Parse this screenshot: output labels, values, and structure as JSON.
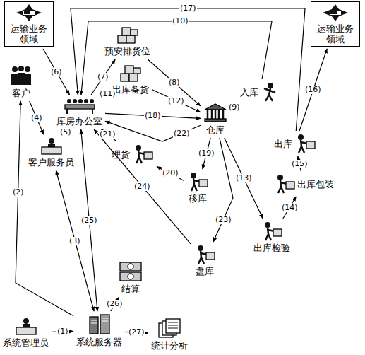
{
  "diagram": {
    "nodes": [
      {
        "text": [
          "运输业务领域"
        ]
      },
      {
        "text": [
          "运输业务领域"
        ]
      },
      {
        "text": [
          "预安排货位"
        ]
      },
      {
        "text": [
          "出库备货"
        ]
      },
      {
        "text": [
          "入库"
        ]
      },
      {
        "text": [
          "客户"
        ]
      },
      {
        "text": [
          "库房办公室"
        ]
      },
      {
        "text": [
          "仓库"
        ]
      },
      {
        "text": [
          "理货"
        ]
      },
      {
        "text": [
          "客户服务员"
        ]
      },
      {
        "text": [
          "移库"
        ]
      },
      {
        "text": [
          "出库包装"
        ]
      },
      {
        "text": [
          "出库"
        ]
      },
      {
        "text": [
          "出库检验"
        ]
      },
      {
        "text": [
          "盘库"
        ]
      },
      {
        "text": [
          "结算"
        ]
      },
      {
        "text": [
          "系统管理员"
        ]
      },
      {
        "text": [
          "系统服务器"
        ]
      },
      {
        "text": [
          "统计分析"
        ]
      }
    ],
    "edges": [
      {
        "from": 16,
        "to": 17,
        "label": "(1)",
        "arrow": "to"
      },
      {
        "from": 17,
        "to": 5,
        "label": "(2)",
        "arrow": "to"
      },
      {
        "from": 9,
        "to": 17,
        "label": "(3)",
        "arrow": "both"
      },
      {
        "from": 5,
        "to": 9,
        "label": "(4)",
        "arrow": "to"
      },
      {
        "from": 9,
        "to": 6,
        "label": "(5)",
        "arrow": "to"
      },
      {
        "from": 0,
        "to": 6,
        "label": "(6)",
        "arrow": "to"
      },
      {
        "from": 6,
        "to": 2,
        "label": "(7)",
        "arrow": "to"
      },
      {
        "from": 2,
        "to": 7,
        "label": "(8)",
        "arrow": "to"
      },
      {
        "from": 7,
        "to": 4,
        "label": "(9)",
        "arrow": "to"
      },
      {
        "from": 4,
        "to": 6,
        "label": "(10)",
        "arrow": "to"
      },
      {
        "from": 6,
        "to": 3,
        "label": "(11)",
        "arrow": "to"
      },
      {
        "from": 3,
        "to": 7,
        "label": "(12)",
        "arrow": "to"
      },
      {
        "from": 7,
        "to": 13,
        "label": "(13)",
        "arrow": "to"
      },
      {
        "from": 13,
        "to": 11,
        "label": "(14)",
        "arrow": "to"
      },
      {
        "from": 11,
        "to": 12,
        "label": "(15)",
        "arrow": "to"
      },
      {
        "from": 12,
        "to": 1,
        "label": "(16)",
        "arrow": "to"
      },
      {
        "from": 12,
        "to": 6,
        "label": "(17)",
        "arrow": "to"
      },
      {
        "from": 6,
        "to": 7,
        "label": "(18)",
        "arrow": "to"
      },
      {
        "from": 7,
        "to": 10,
        "label": "(19)",
        "arrow": "to"
      },
      {
        "from": 10,
        "to": 8,
        "label": "(20)",
        "arrow": "to"
      },
      {
        "from": 8,
        "to": 6,
        "label": "(21)",
        "arrow": "to"
      },
      {
        "from": 7,
        "to": 6,
        "label": "(22)",
        "arrow": "to"
      },
      {
        "from": 7,
        "to": 14,
        "label": "(23)",
        "arrow": "to"
      },
      {
        "from": 14,
        "to": 6,
        "label": "(24)",
        "arrow": "to"
      },
      {
        "from": 6,
        "to": 17,
        "label": "(25)",
        "arrow": "both"
      },
      {
        "from": 17,
        "to": 15,
        "label": "(26)",
        "arrow": "to"
      },
      {
        "from": 17,
        "to": 18,
        "label": "(27)",
        "arrow": "to"
      }
    ]
  }
}
